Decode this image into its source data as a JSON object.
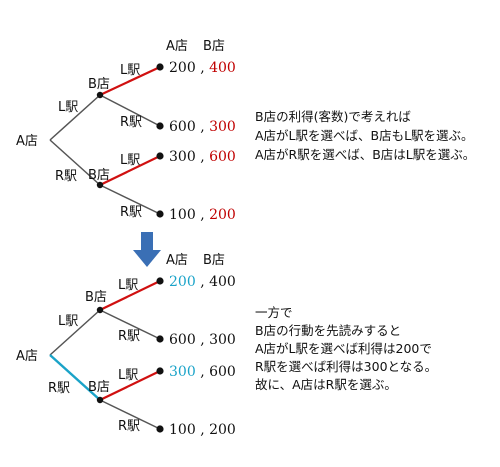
{
  "colors": {
    "edge": "#555555",
    "highlight": "#d01010",
    "backward": "#1aa3c8",
    "payoff_red": "#c00000",
    "payoff_cyan": "#1aa3c8",
    "arrow": "#3a6fb5"
  },
  "top": {
    "header": {
      "a": "A店",
      "b": "B店"
    },
    "root": "A店",
    "branch_L": "L駅",
    "branch_R": "R駅",
    "b_upper": {
      "name": "B店",
      "L": "L駅",
      "R": "R駅"
    },
    "b_lower": {
      "name": "B店",
      "L": "L駅",
      "R": "R駅"
    },
    "payoffs": [
      {
        "a": "200",
        "sep": ",",
        "b": "400"
      },
      {
        "a": "600",
        "sep": ",",
        "b": "300"
      },
      {
        "a": "300",
        "sep": ",",
        "b": "600"
      },
      {
        "a": "100",
        "sep": ",",
        "b": "200"
      }
    ],
    "note": [
      "B店の利得(客数)で考えれば",
      "A店がL駅を選べば、B店もL駅を選ぶ。",
      "A店がR駅を選べば、B店はL駅を選ぶ。"
    ]
  },
  "bottom": {
    "header": {
      "a": "A店",
      "b": "B店"
    },
    "root": "A店",
    "branch_L": "L駅",
    "branch_R": "R駅",
    "b_upper": {
      "name": "B店",
      "L": "L駅",
      "R": "R駅"
    },
    "b_lower": {
      "name": "B店",
      "L": "L駅",
      "R": "R駅"
    },
    "payoffs": [
      {
        "a": "200",
        "sep": ",",
        "b": "400"
      },
      {
        "a": "600",
        "sep": ",",
        "b": "300"
      },
      {
        "a": "300",
        "sep": ",",
        "b": "600"
      },
      {
        "a": "100",
        "sep": ",",
        "b": "200"
      }
    ],
    "note": [
      "一方で",
      "B店の行動を先読みすると",
      "A店がL駅を選べば利得は200で",
      "R駅を選べば利得は300となる。",
      "故に、A店はR駅を選ぶ。"
    ]
  }
}
